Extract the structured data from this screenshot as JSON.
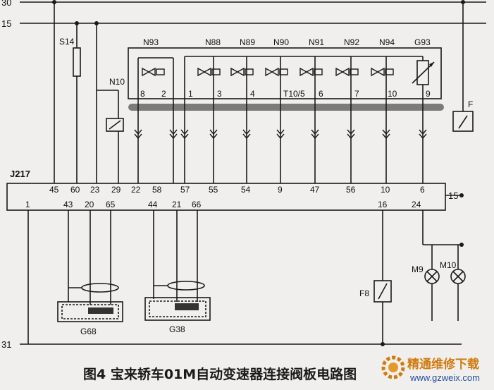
{
  "rails": {
    "top_30": "30",
    "top_15": "15",
    "bottom_31": "31",
    "side_15": "15"
  },
  "controller": {
    "name": "J217",
    "top_pins": [
      "45",
      "60",
      "23",
      "29",
      "22",
      "58",
      "57",
      "55",
      "54",
      "9",
      "47",
      "56",
      "10",
      "6"
    ],
    "bottom_pins": [
      "1",
      "43",
      "20",
      "65",
      "44",
      "21",
      "66",
      "16",
      "24"
    ]
  },
  "valve_body": {
    "components": [
      "N93",
      "N88",
      "N89",
      "N90",
      "N91",
      "N92",
      "N94",
      "G93"
    ],
    "pins": [
      "8",
      "2",
      "1",
      "3",
      "4",
      "T10/5",
      "6",
      "7",
      "10",
      "9"
    ]
  },
  "parts": {
    "fuse": "S14",
    "relay": "N10",
    "switch_f": "F",
    "switch_f8": "F8",
    "lamp_m9": "M9",
    "lamp_m10": "M10",
    "sensor_g68": "G68",
    "sensor_g38": "G38"
  },
  "caption": "图4 宝来轿车01M自动变速器连接阀板电路图",
  "watermark": {
    "name": "精通维修下载",
    "url": "www.gzweix.com"
  }
}
